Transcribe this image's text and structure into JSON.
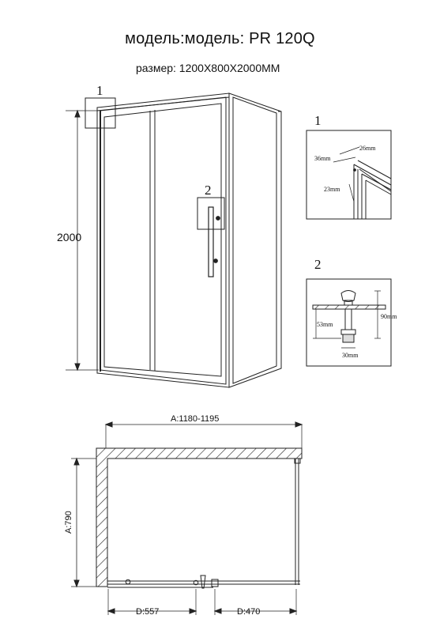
{
  "header": {
    "title": "модель:модель: PR 120Q",
    "subtitle": "размер: 1200X800X2000MM"
  },
  "front_view": {
    "height_label": "2000",
    "callout_1": "1",
    "callout_2": "2"
  },
  "detail_1": {
    "number": "1",
    "dim_top": "26mm",
    "dim_left": "36mm",
    "dim_side": "23mm"
  },
  "detail_2": {
    "number": "2",
    "dim_height": "90mm",
    "dim_base": "53mm",
    "dim_width": "30mm"
  },
  "plan_view": {
    "width_label": "A:1180-1195",
    "depth_label": "A:790",
    "door_label": "D:557",
    "fixed_label": "D:470"
  }
}
